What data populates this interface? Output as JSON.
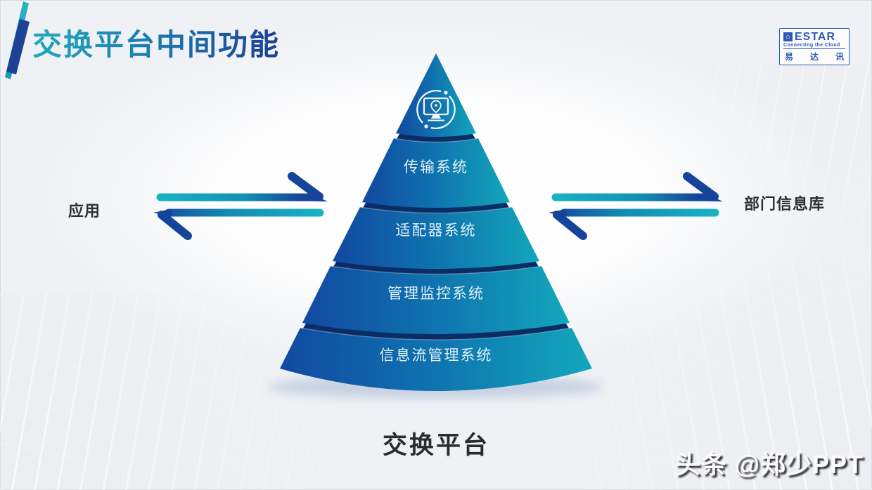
{
  "slide": {
    "title": "交换平台中间功能",
    "bottom_label": "交换平台",
    "watermark": "头条 @郑少PPT"
  },
  "logo": {
    "name": "ESTAR",
    "tagline": "Connecting  the  Cloud",
    "chinese_name": [
      "易",
      "达",
      "讯"
    ],
    "mark_glyph": "⌂"
  },
  "pyramid": {
    "apex_icon": "monitor-location-sync-icon",
    "tiers": [
      {
        "label": "传输系统"
      },
      {
        "label": "适配器系统"
      },
      {
        "label": "管理监控系统"
      },
      {
        "label": "信息流管理系统"
      }
    ]
  },
  "flows": {
    "left_label": "应用",
    "right_label": "部门信息库"
  },
  "colors": {
    "accent_teal": "#19b2c3",
    "accent_blue": "#16449b",
    "tier_gradient_left": "#1149a0",
    "tier_gradient_right": "#12a7bc",
    "tier_gap_navy": "#0b2d66",
    "title_gradient_start": "#21aabb",
    "title_gradient_end": "#1b3f97",
    "logo_blue": "#2d59b4",
    "text_dark": "#2e3134",
    "tier_text": "#ddeff4",
    "background": "#eff1f4"
  }
}
